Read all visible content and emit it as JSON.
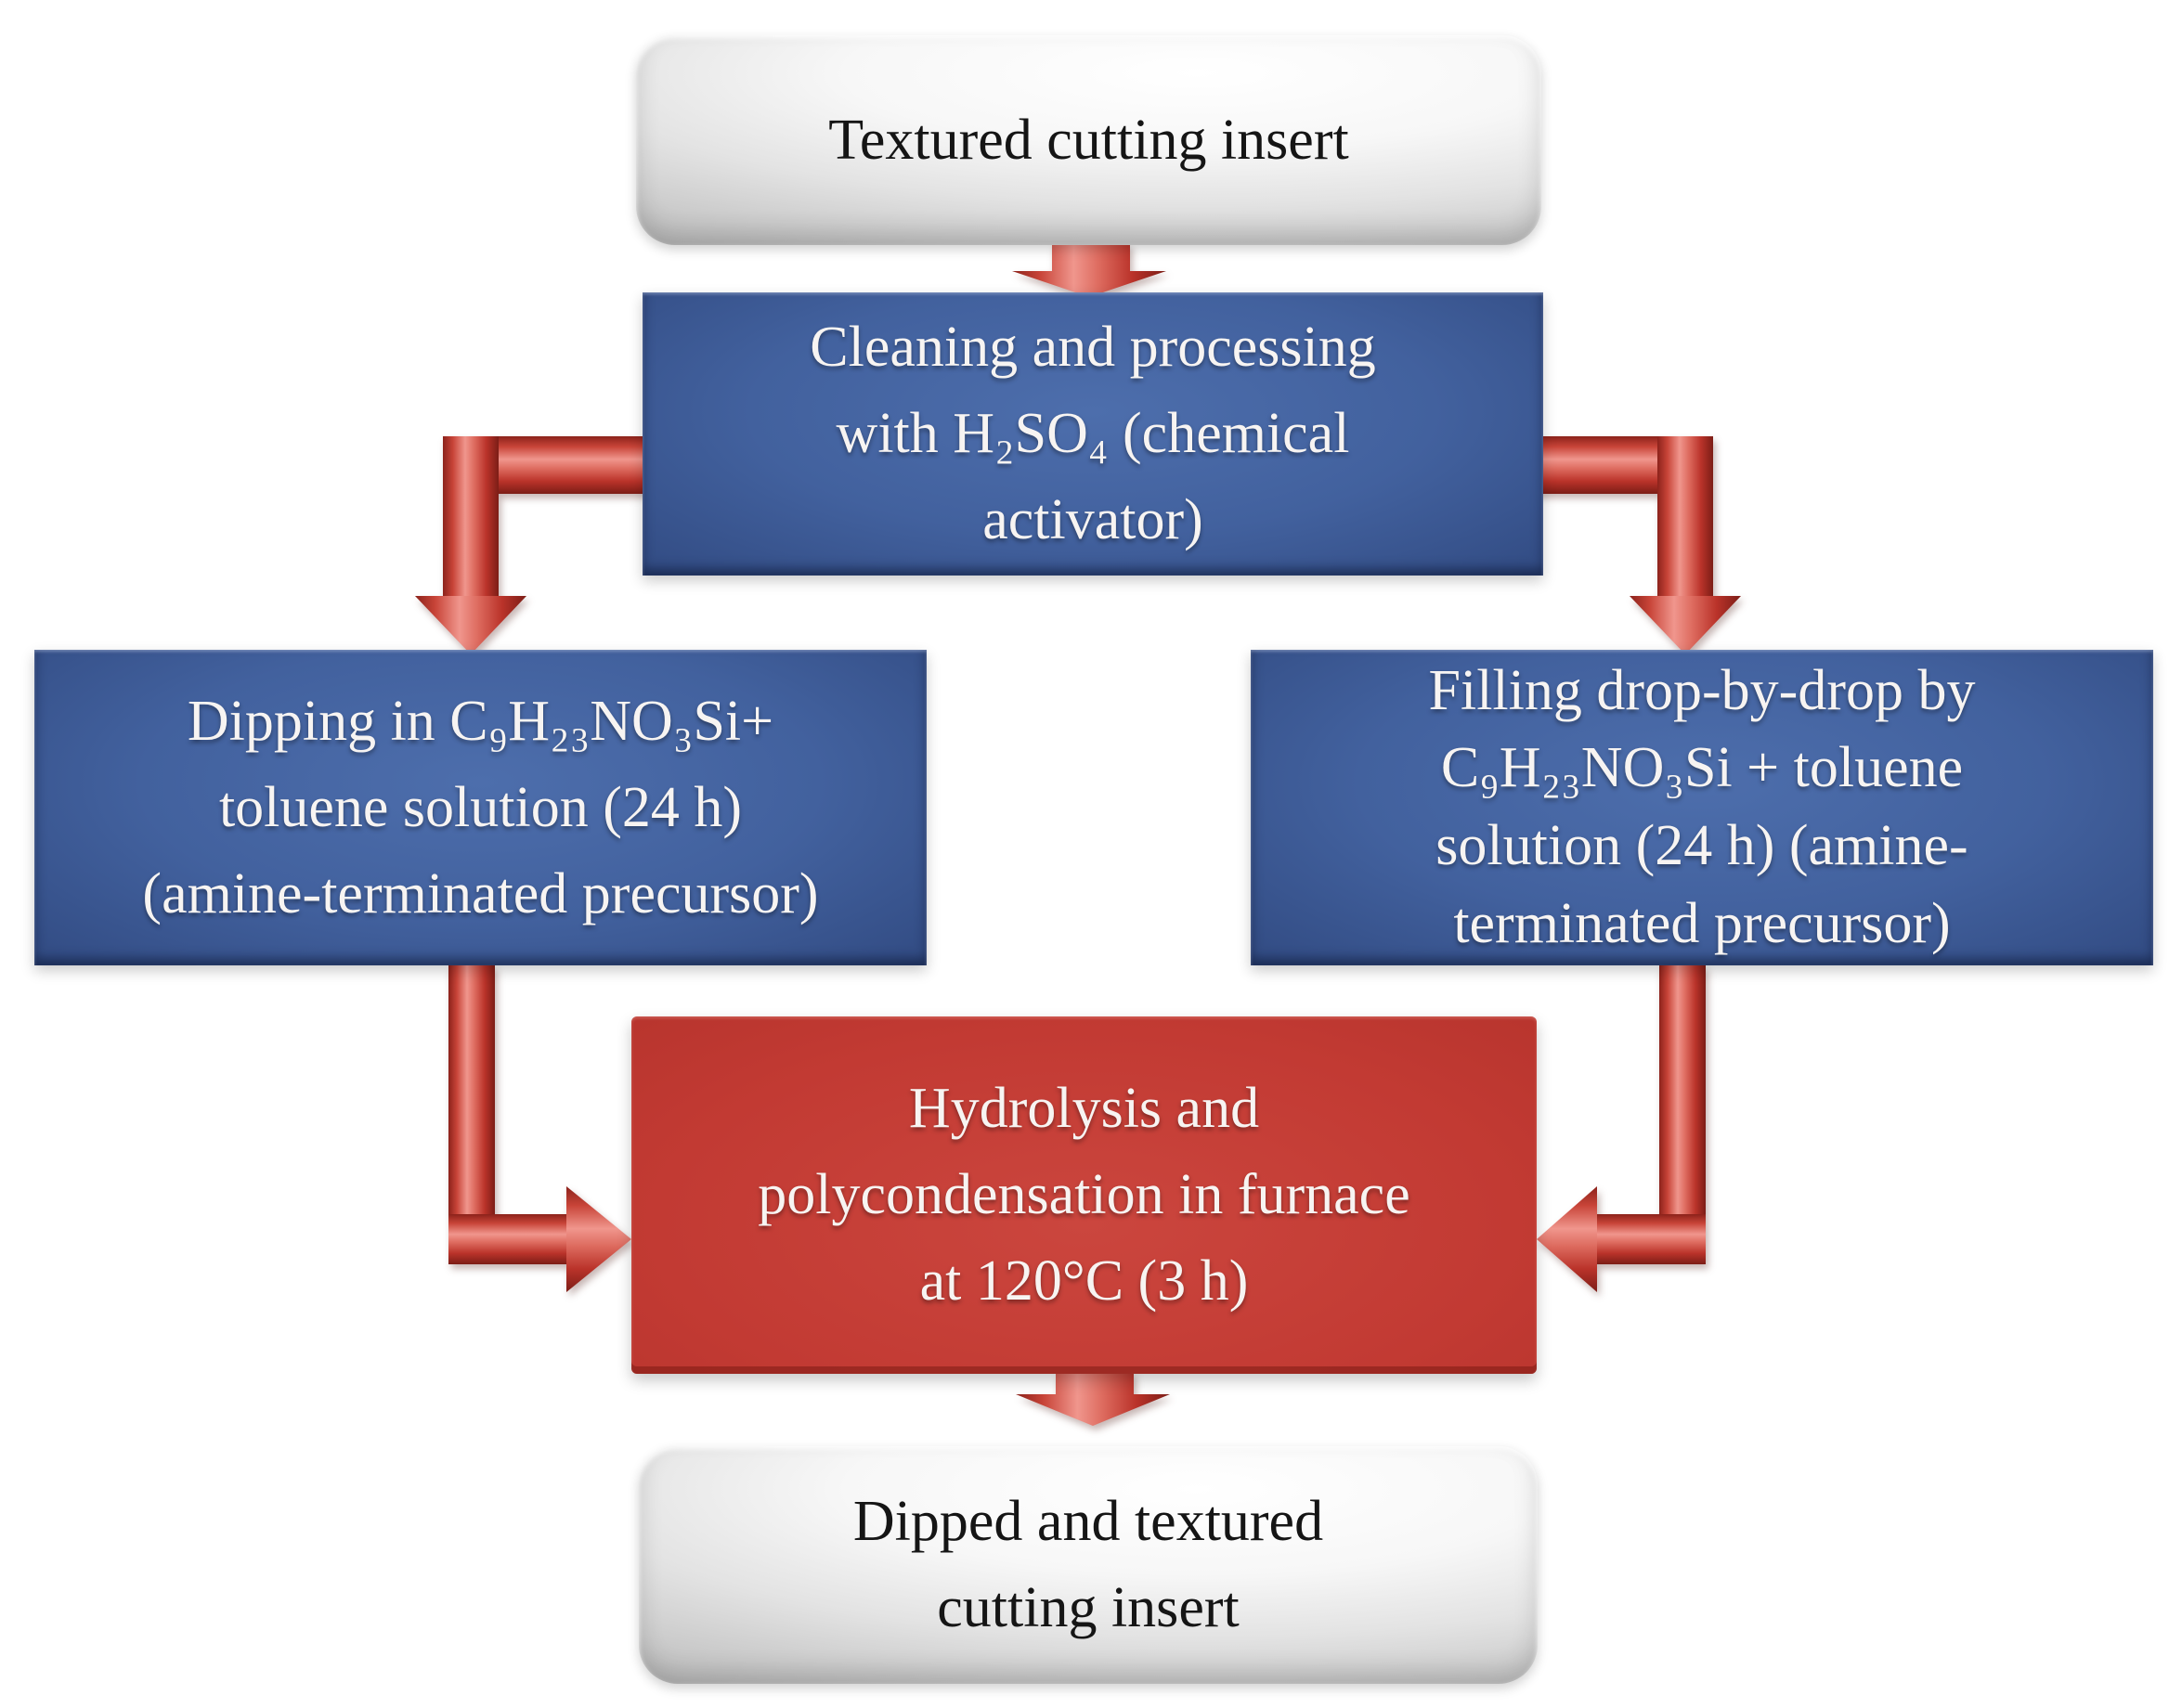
{
  "figure": {
    "type": "flowchart",
    "background": "#ffffff",
    "nodes": {
      "textured_insert": {
        "text": "Textured cutting insert",
        "shape": "rounded-rectangle",
        "fill": "gray-gradient",
        "text_color": "#151515"
      },
      "cleaning": {
        "text": "Cleaning and processing\nwith H₂SO₄ (chemical\nactivator)",
        "shape": "rectangle",
        "fill": "blue-gradient",
        "text_color": "#ffffff"
      },
      "dipping": {
        "text": "Dipping in C₉H₂₃NO₃Si+\ntoluene solution (24 h)\n(amine-terminated precursor)",
        "shape": "rectangle",
        "fill": "blue-gradient",
        "text_color": "#ffffff"
      },
      "filling": {
        "text": "Filling drop-by-drop by\nC₉H₂₃NO₃Si + toluene\nsolution (24 h) (amine-\nterminated precursor)",
        "shape": "rectangle",
        "fill": "blue-gradient",
        "text_color": "#ffffff"
      },
      "hydrolysis": {
        "text": "Hydrolysis and\npolycondensation in furnace\nat 120°C (3 h)",
        "shape": "rectangle",
        "fill": "red-gradient",
        "text_color": "#ffffff"
      },
      "dipped_insert": {
        "text": "Dipped and textured\ncutting insert",
        "shape": "rounded-rectangle",
        "fill": "gray-gradient",
        "text_color": "#151515"
      }
    },
    "edges": [
      {
        "from": "textured_insert",
        "to": "cleaning",
        "style": "block-arrow-down",
        "color": "#c0392b"
      },
      {
        "from": "cleaning",
        "to": "dipping",
        "style": "elbow-block-arrow-left-down",
        "color": "#c0392b"
      },
      {
        "from": "cleaning",
        "to": "filling",
        "style": "elbow-block-arrow-right-down",
        "color": "#c0392b"
      },
      {
        "from": "dipping",
        "to": "hydrolysis",
        "style": "elbow-block-arrow-down-right",
        "color": "#c0392b"
      },
      {
        "from": "filling",
        "to": "hydrolysis",
        "style": "elbow-block-arrow-down-left",
        "color": "#c0392b"
      },
      {
        "from": "hydrolysis",
        "to": "dipped_insert",
        "style": "block-arrow-down",
        "color": "#c0392b"
      }
    ],
    "colors": {
      "arrow_highlight": "#f0968d",
      "arrow_mid": "#c64439",
      "arrow_dark": "#7c1d16",
      "blue_center": "#4d6eac",
      "blue_edge": "#1d2c55",
      "red_center": "#cb463e",
      "red_edge": "#96261f",
      "gray_center": "#ffffff",
      "gray_edge": "#a2a2a2"
    }
  }
}
